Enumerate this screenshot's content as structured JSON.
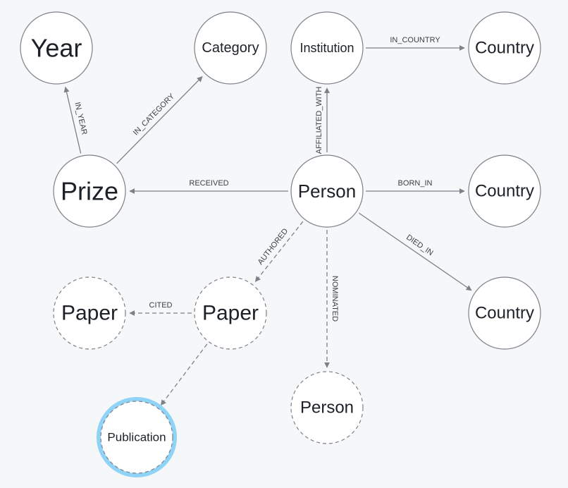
{
  "nodes": [
    {
      "id": "year",
      "label": "Year",
      "dashed": false,
      "selected": false
    },
    {
      "id": "category",
      "label": "Category",
      "dashed": false,
      "selected": false
    },
    {
      "id": "institution",
      "label": "Institution",
      "dashed": false,
      "selected": false
    },
    {
      "id": "country_top",
      "label": "Country",
      "dashed": false,
      "selected": false
    },
    {
      "id": "prize",
      "label": "Prize",
      "dashed": false,
      "selected": false
    },
    {
      "id": "person",
      "label": "Person",
      "dashed": false,
      "selected": false
    },
    {
      "id": "country_mid",
      "label": "Country",
      "dashed": false,
      "selected": false
    },
    {
      "id": "paper_left",
      "label": "Paper",
      "dashed": true,
      "selected": false
    },
    {
      "id": "paper",
      "label": "Paper",
      "dashed": true,
      "selected": false
    },
    {
      "id": "country_low",
      "label": "Country",
      "dashed": false,
      "selected": false
    },
    {
      "id": "person_nominee",
      "label": "Person",
      "dashed": true,
      "selected": false
    },
    {
      "id": "publication",
      "label": "Publication",
      "dashed": true,
      "selected": true
    }
  ],
  "edges": [
    {
      "id": "in_year",
      "from": "prize",
      "to": "year",
      "label": "IN_YEAR",
      "dashed": false
    },
    {
      "id": "in_category",
      "from": "prize",
      "to": "category",
      "label": "IN_CATEGORY",
      "dashed": false
    },
    {
      "id": "in_country",
      "from": "institution",
      "to": "country_top",
      "label": "IN_COUNTRY",
      "dashed": false
    },
    {
      "id": "affiliated_with",
      "from": "person",
      "to": "institution",
      "label": "AFFILIATED_WITH",
      "dashed": false
    },
    {
      "id": "received",
      "from": "person",
      "to": "prize",
      "label": "RECEIVED",
      "dashed": false
    },
    {
      "id": "born_in",
      "from": "person",
      "to": "country_mid",
      "label": "BORN_IN",
      "dashed": false
    },
    {
      "id": "died_in",
      "from": "person",
      "to": "country_low",
      "label": "DIED_IN",
      "dashed": false
    },
    {
      "id": "authored",
      "from": "person",
      "to": "paper",
      "label": "AUTHORED",
      "dashed": true
    },
    {
      "id": "nominated",
      "from": "person",
      "to": "person_nominee",
      "label": "NOMINATED",
      "dashed": true
    },
    {
      "id": "cited",
      "from": "paper",
      "to": "paper_left",
      "label": "CITED",
      "dashed": true
    },
    {
      "id": "published_in",
      "from": "paper",
      "to": "publication",
      "label": "",
      "dashed": true
    }
  ]
}
